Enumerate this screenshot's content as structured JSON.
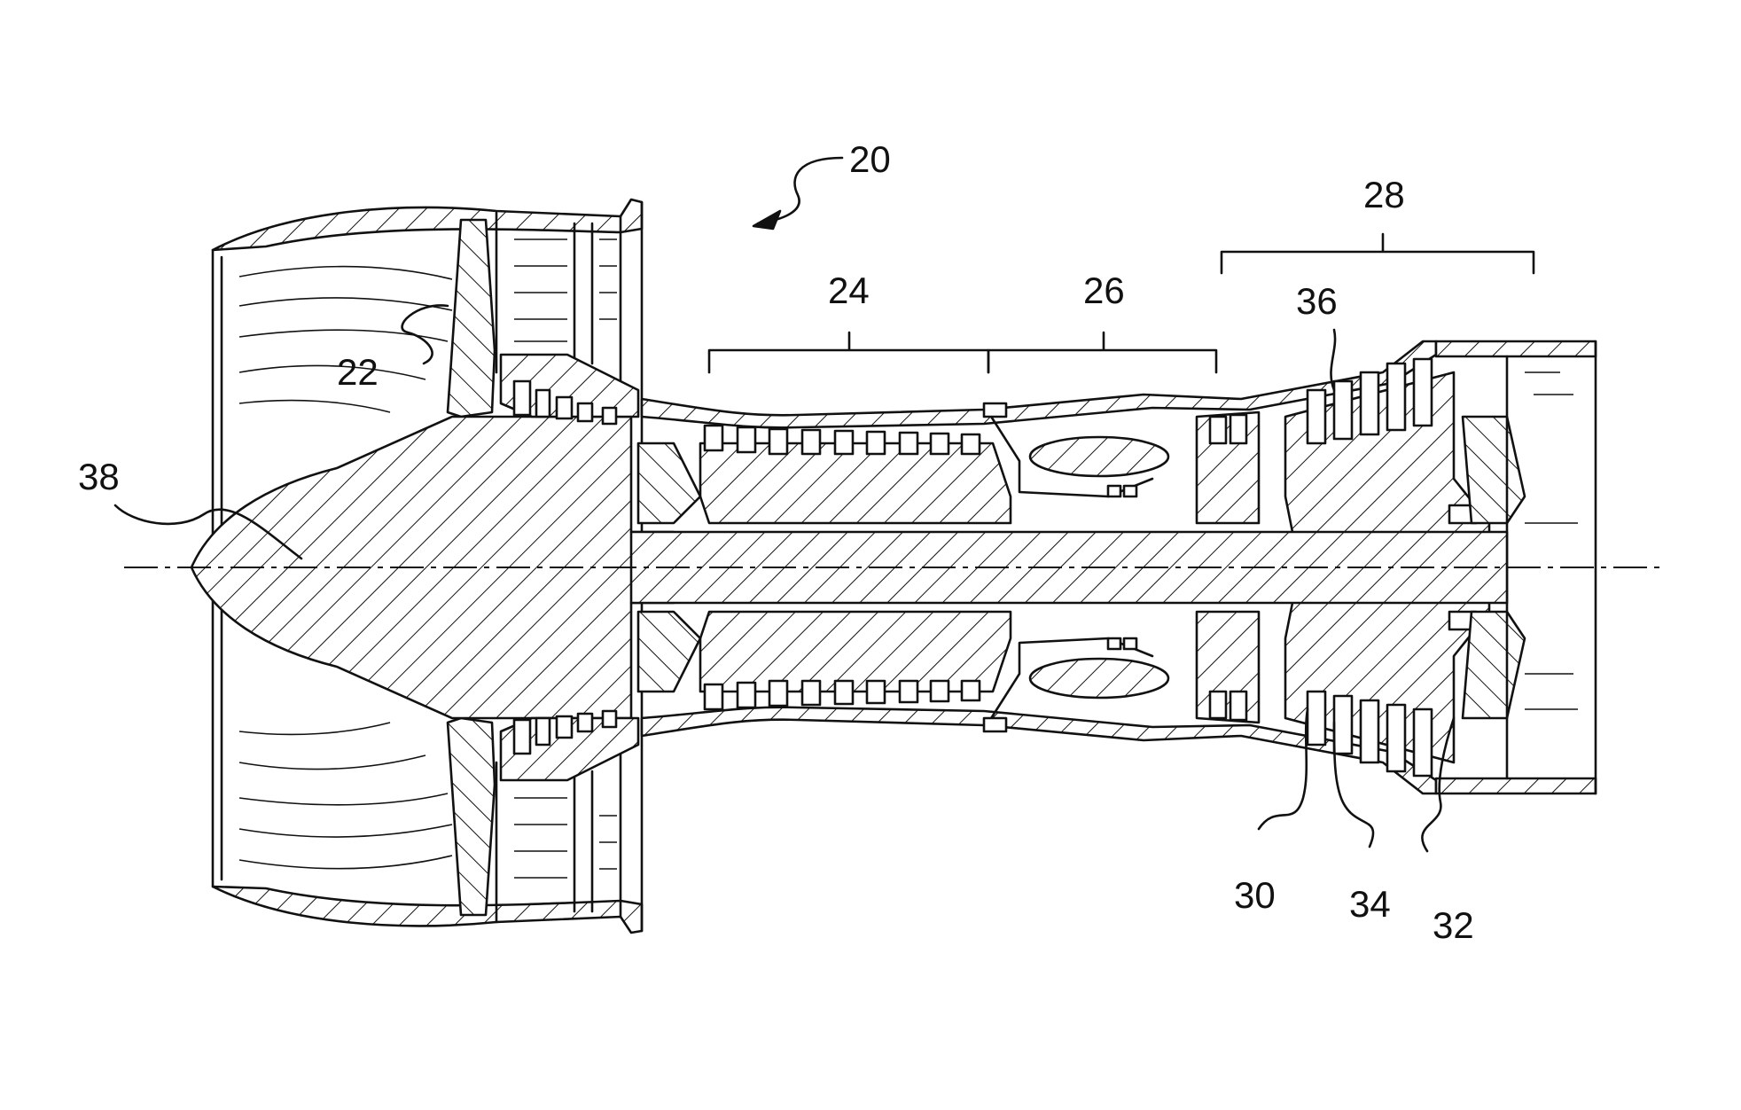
{
  "figure": {
    "reference_numerals": {
      "engine": "20",
      "fan": "22",
      "compressor": "24",
      "combustor": "26",
      "turbine": "28",
      "ref_30": "30",
      "ref_32": "32",
      "ref_34": "34",
      "ref_36": "36",
      "spinner": "38"
    },
    "line_color": "#111111",
    "background": "#ffffff"
  }
}
